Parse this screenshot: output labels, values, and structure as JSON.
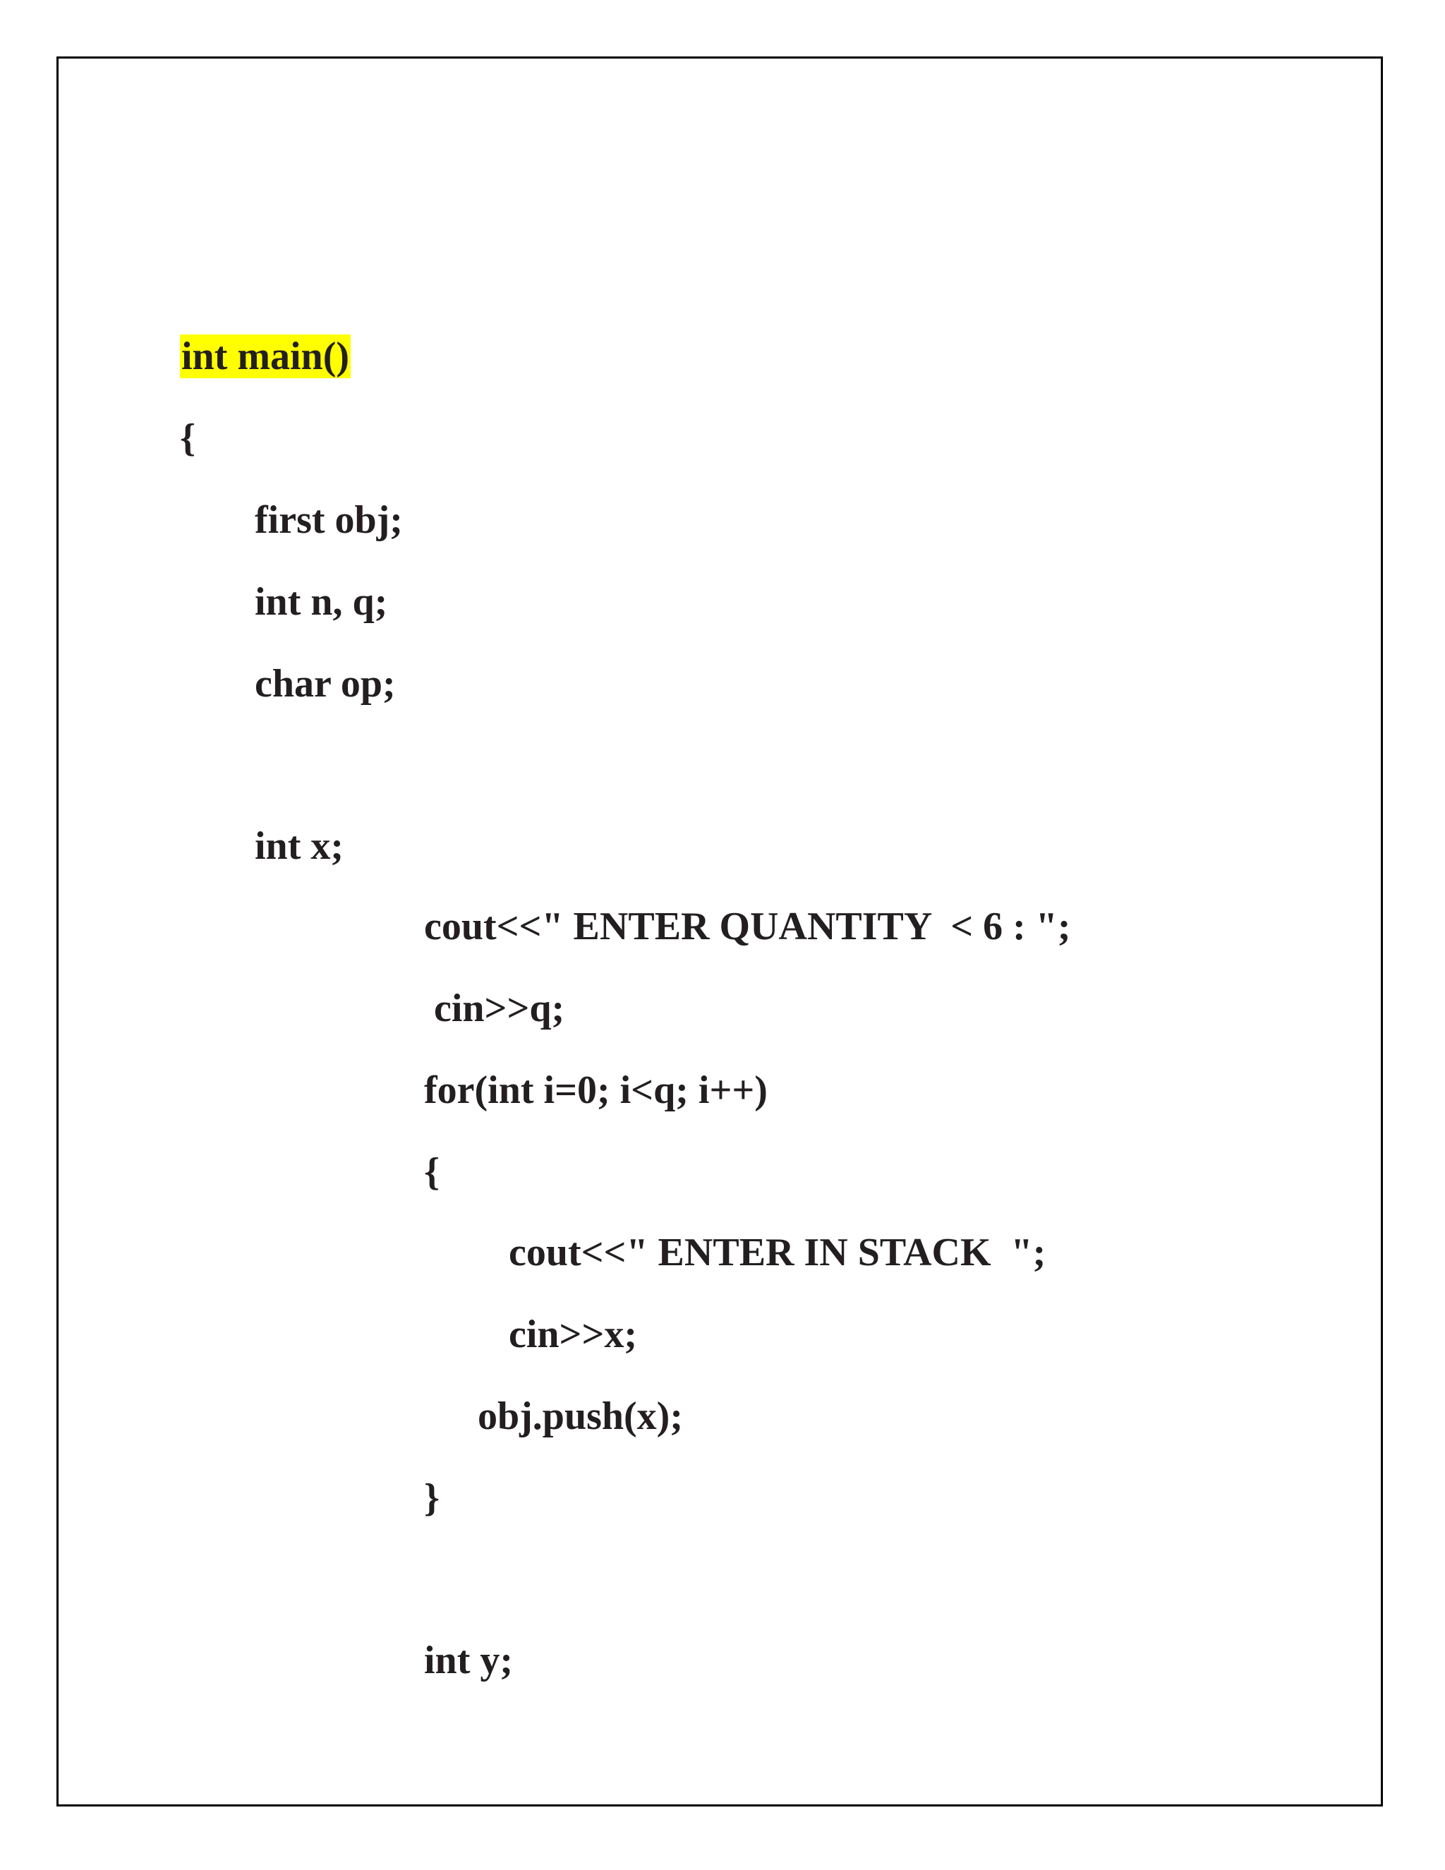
{
  "document": {
    "highlight_color": "#ffff00",
    "text_color": "#231f20",
    "lines": {
      "l1": "int main()",
      "l2": "{",
      "l3": "first obj;",
      "l4": "int n, q;",
      "l5": "char op;",
      "l6": "int x;",
      "l7": "cout<<\" ENTER QUANTITY  < 6 : \";",
      "l8": " cin>>q;",
      "l9": "for(int i=0; i<q; i++)",
      "l10": "{",
      "l11": "cout<<\" ENTER IN STACK  \";",
      "l12": "cin>>x;",
      "l13": "obj.push(x);",
      "l14": "}",
      "l15": "int y;"
    }
  }
}
